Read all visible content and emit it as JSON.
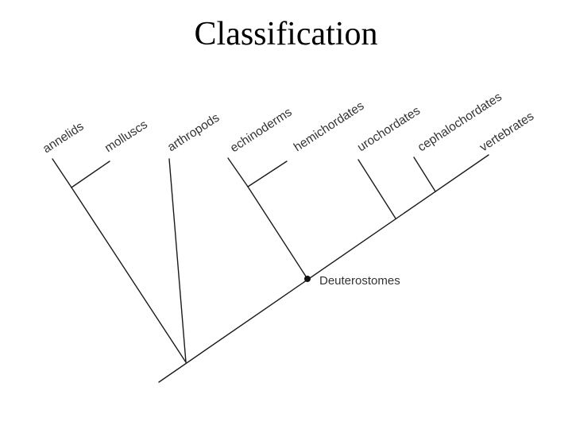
{
  "title": "Classification",
  "taxa": [
    "annelids",
    "molluscs",
    "arthropods",
    "echinoderms",
    "hemichordates",
    "urochordates",
    "cephalochordates",
    "vertebrates"
  ],
  "node_labels": {
    "deuterostomes": "Deuterostomes"
  },
  "colors": {
    "line": "#1a1a1a",
    "text": "#333333",
    "background": "#ffffff"
  }
}
